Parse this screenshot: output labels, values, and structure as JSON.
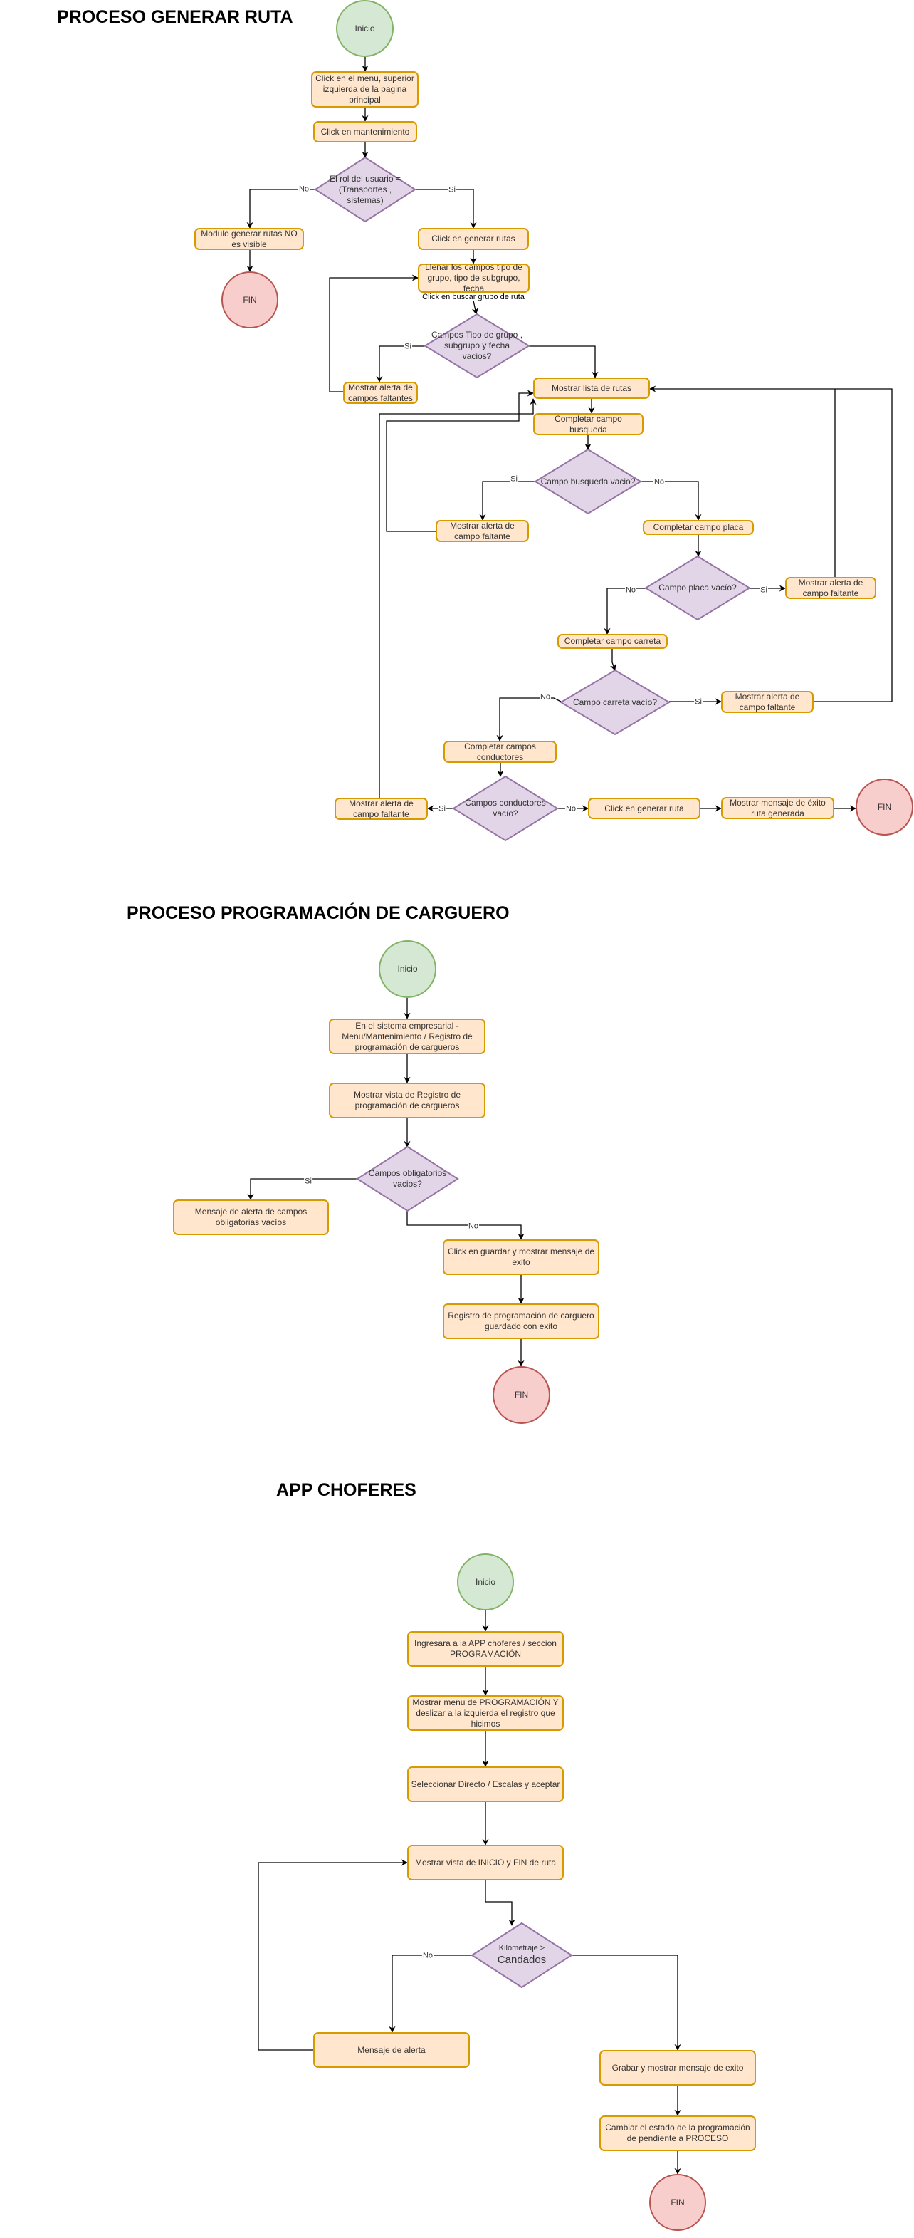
{
  "sections": [
    {
      "title": "PROCESO GENERAR  RUTA",
      "nodes": {
        "inicio": {
          "type": "start",
          "label": "Inicio"
        },
        "menu": {
          "type": "process",
          "label": "Click en el menu, superior izquierda de la pagina principal"
        },
        "mant": {
          "type": "process",
          "label": "Click en mantenimiento"
        },
        "rol": {
          "type": "decision",
          "label": "El rol del usuario = (Transportes , sistemas)"
        },
        "noVisible": {
          "type": "process",
          "label": "Modulo generar rutas NO es visible"
        },
        "fin1": {
          "type": "end",
          "label": "FIN"
        },
        "genRutas": {
          "type": "process",
          "label": "Click en generar rutas"
        },
        "llenar": {
          "type": "process",
          "label": "Llenar los campos tipo de grupo, tipo de subgrupo, fecha"
        },
        "camposVacios": {
          "type": "decision",
          "label": "Campos Tipo de grupo , subgrupo y fecha vacios?"
        },
        "alertaFaltantes": {
          "type": "process",
          "label": "Mostrar alerta de campos faltantes"
        },
        "listaRutas": {
          "type": "process",
          "label": "Mostrar lista de rutas"
        },
        "busqueda": {
          "type": "process",
          "label": "Completar campo busqueda"
        },
        "busquedaVacio": {
          "type": "decision",
          "label": "Campo busqueda vacio?"
        },
        "alertaBusqueda": {
          "type": "process",
          "label": "Mostrar alerta de campo faltante"
        },
        "placa": {
          "type": "process",
          "label": "Completar campo placa"
        },
        "placaVacio": {
          "type": "decision",
          "label": "Campo placa vacío?"
        },
        "alertaPlaca": {
          "type": "process",
          "label": "Mostrar alerta de campo faltante"
        },
        "carreta": {
          "type": "process",
          "label": "Completar campo carreta"
        },
        "carretaVacio": {
          "type": "decision",
          "label": "Campo carreta vacío?"
        },
        "alertaCarreta": {
          "type": "process",
          "label": "Mostrar alerta de campo faltante"
        },
        "conductores": {
          "type": "process",
          "label": "Completar campos conductores"
        },
        "conductoresVacio": {
          "type": "decision",
          "label": "Campos conductores vacío?"
        },
        "alertaConductores": {
          "type": "process",
          "label": "Mostrar alerta de campo faltante"
        },
        "genRuta": {
          "type": "process",
          "label": "Click en generar ruta"
        },
        "exito": {
          "type": "process",
          "label": "Mostrar mensaje de éxito ruta generada"
        },
        "fin2": {
          "type": "end",
          "label": "FIN"
        }
      },
      "annotations": {
        "buscarGrupo": "Click en buscar grupo de ruta"
      },
      "edge_labels": {
        "rolNo": "No",
        "rolSi": "Si",
        "camposSi": "Si",
        "busqSi": "Si",
        "busqNo": "No",
        "placaNo": "No",
        "placaSi": "Si",
        "carretaNo": "No",
        "carretaSi": "Si",
        "condSi": "Si",
        "condNo": "No"
      }
    },
    {
      "title": "PROCESO PROGRAMACIÓN DE CARGUERO",
      "nodes": {
        "inicio": {
          "type": "start",
          "label": "Inicio"
        },
        "sistema": {
          "type": "process",
          "label": "En el sistema empresarial - Menu/Mantenimiento / Registro de programación de cargueros"
        },
        "vista": {
          "type": "process",
          "label": "Mostrar vista de Registro de programación de cargueros"
        },
        "obligatorios": {
          "type": "decision",
          "label": "Campos obligatorios vacios?"
        },
        "alerta": {
          "type": "process",
          "label": "Mensaje de alerta de campos obligatorias vacíos"
        },
        "guardar": {
          "type": "process",
          "label": "Click en guardar y mostrar mensaje de exito"
        },
        "registro": {
          "type": "process",
          "label": "Registro de programación de carguero guardado con exito"
        },
        "fin": {
          "type": "end",
          "label": "FIN"
        }
      },
      "edge_labels": {
        "si": "Si",
        "no": "No"
      }
    },
    {
      "title": "APP CHOFERES",
      "nodes": {
        "inicio": {
          "type": "start",
          "label": "Inicio"
        },
        "ingresar": {
          "type": "process",
          "label": "Ingresara a la APP choferes / seccion PROGRAMACIÓN"
        },
        "menuProg": {
          "type": "process",
          "label": "Mostrar menu de PROGRAMACIÓN Y deslizar a la izquierda el registro que hicimos"
        },
        "seleccionar": {
          "type": "process",
          "label": "Seleccionar Directo / Escalas y aceptar"
        },
        "vistaRuta": {
          "type": "process",
          "label": "Mostrar vista de INICIO y FIN de ruta"
        },
        "kilometraje": {
          "type": "decision",
          "label": "Kilometraje >",
          "label2": "Candados"
        },
        "alerta": {
          "type": "process",
          "label": "Mensaje de alerta"
        },
        "grabar": {
          "type": "process",
          "label": "Grabar y mostrar mensaje de exito"
        },
        "cambiar": {
          "type": "process",
          "label": "Cambiar el estado de la programación de pendiente a PROCESO"
        },
        "fin": {
          "type": "end",
          "label": "FIN"
        }
      },
      "edge_labels": {
        "no": "No"
      }
    }
  ],
  "colors": {
    "process_fill": "#ffe6cc",
    "process_stroke": "#d79b00",
    "decision_fill": "#e1d5e7",
    "decision_stroke": "#9673a6",
    "start_fill": "#d5e8d4",
    "start_stroke": "#82b366",
    "end_fill": "#f8cecc",
    "end_stroke": "#b85450",
    "edge": "#000000"
  }
}
